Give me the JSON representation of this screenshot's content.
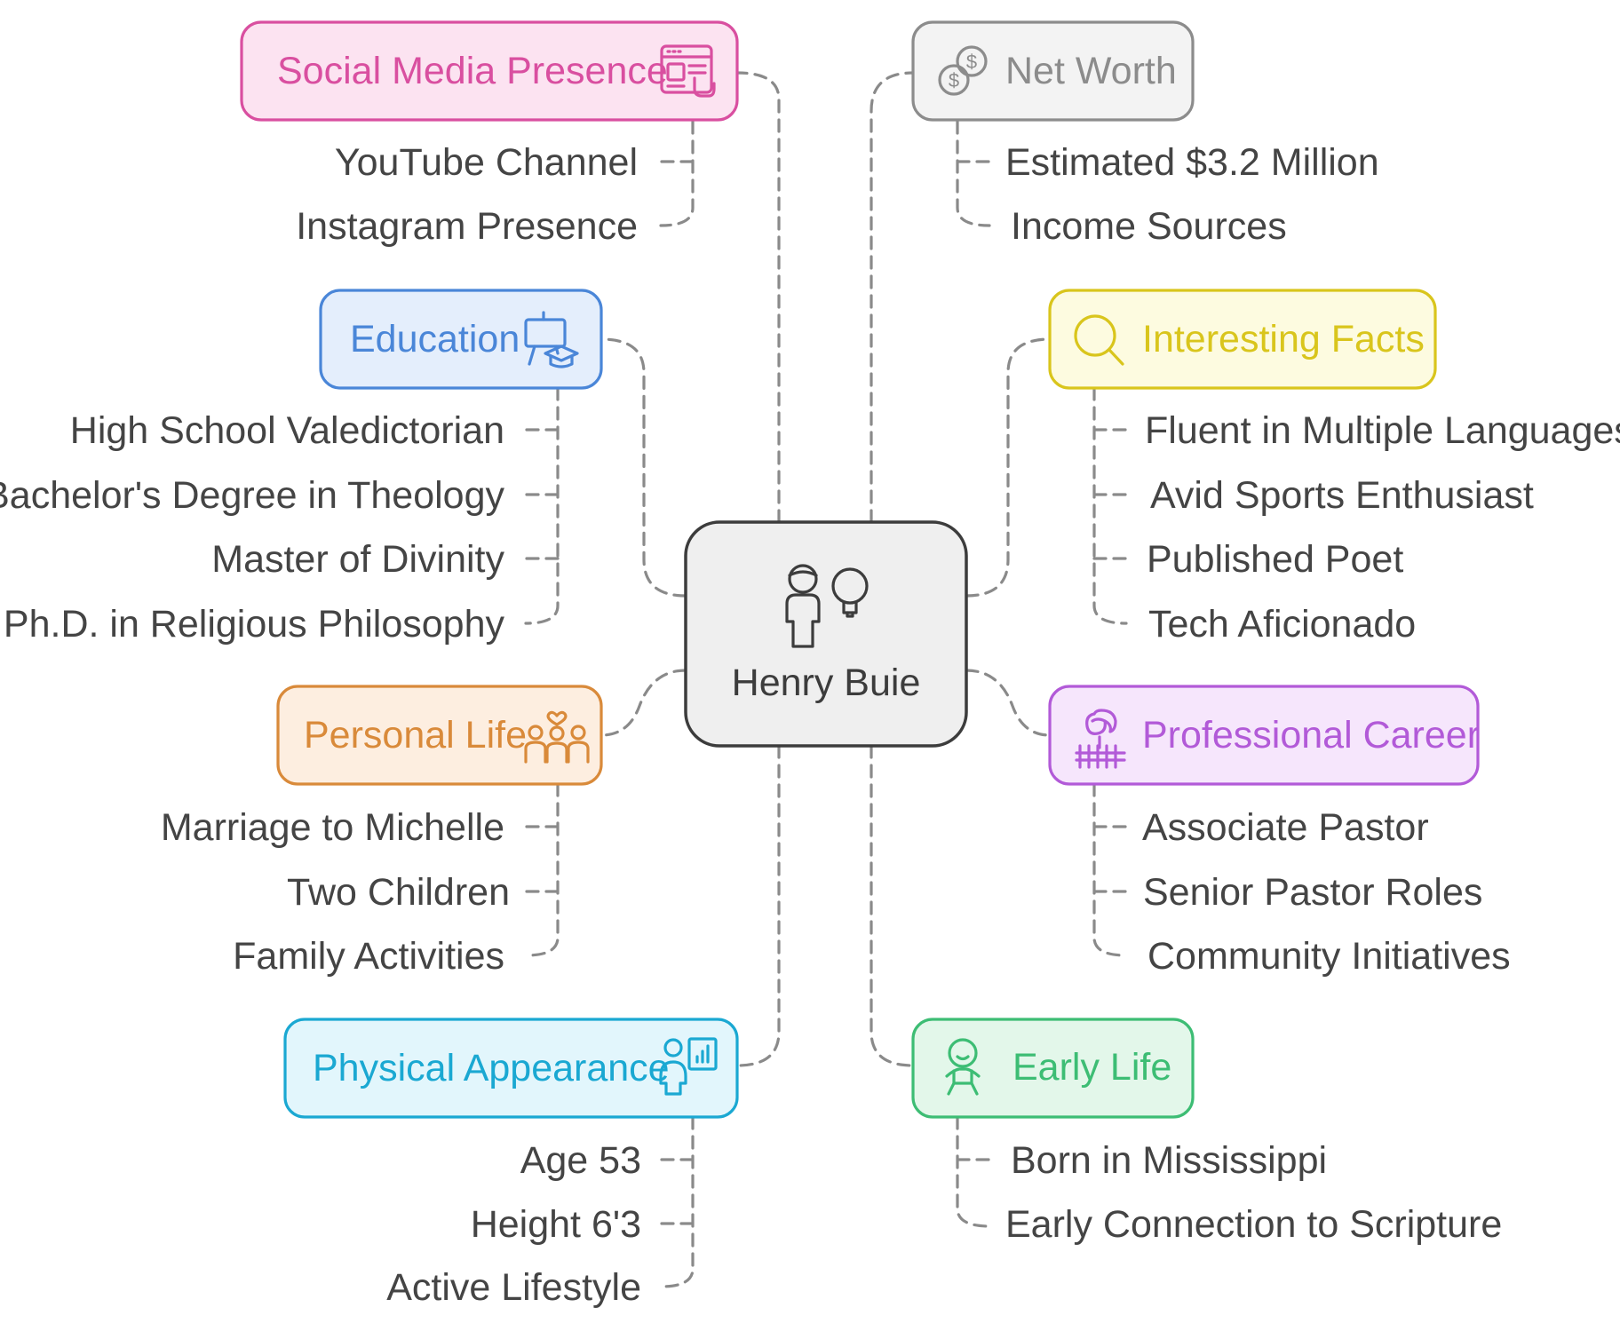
{
  "center": {
    "title": "Henry Buie"
  },
  "categories": {
    "social_media": {
      "title": "Social Media Presence",
      "color": "#d94fa0",
      "fill": "#fce3f1",
      "items": [
        "YouTube Channel",
        "Instagram Presence"
      ]
    },
    "education": {
      "title": "Education",
      "color": "#4a86d8",
      "fill": "#e4eefc",
      "items": [
        "High School Valedictorian",
        "Bachelor's Degree in Theology",
        "Master of Divinity",
        "Ph.D. in Religious Philosophy"
      ]
    },
    "personal_life": {
      "title": "Personal Life",
      "color": "#d98a3a",
      "fill": "#fdeee0",
      "items": [
        "Marriage to Michelle",
        "Two Children",
        "Family Activities"
      ]
    },
    "physical_appearance": {
      "title": "Physical Appearance",
      "color": "#1aa8d2",
      "fill": "#e2f6fc",
      "items": [
        "Age 53",
        "Height 6'3",
        "Active Lifestyle"
      ]
    },
    "net_worth": {
      "title": "Net Worth",
      "color": "#8c8c8c",
      "fill": "#f3f3f3",
      "items": [
        "Estimated $3.2 Million",
        "Income Sources"
      ]
    },
    "interesting_facts": {
      "title": "Interesting Facts",
      "color": "#d9c51c",
      "fill": "#fdfbe0",
      "items": [
        "Fluent in Multiple Languages",
        "Avid Sports Enthusiast",
        "Published Poet",
        "Tech Aficionado"
      ]
    },
    "professional_career": {
      "title": "Professional Career",
      "color": "#b25ad8",
      "fill": "#f6e6fc",
      "items": [
        "Associate Pastor",
        "Senior Pastor Roles",
        "Community Initiatives"
      ]
    },
    "early_life": {
      "title": "Early Life",
      "color": "#3dbd74",
      "fill": "#e3f7ea",
      "items": [
        "Born in Mississippi",
        "Early Connection to Scripture"
      ]
    }
  },
  "icons": {
    "center": "person-lightbulb-icon",
    "social_media": "social-media-profile-icon",
    "education": "graduation-board-icon",
    "personal_life": "family-icon",
    "physical_appearance": "fitness-chart-icon",
    "net_worth": "coins-icon",
    "interesting_facts": "magnifier-icon",
    "professional_career": "preacher-icon",
    "early_life": "child-icon"
  }
}
